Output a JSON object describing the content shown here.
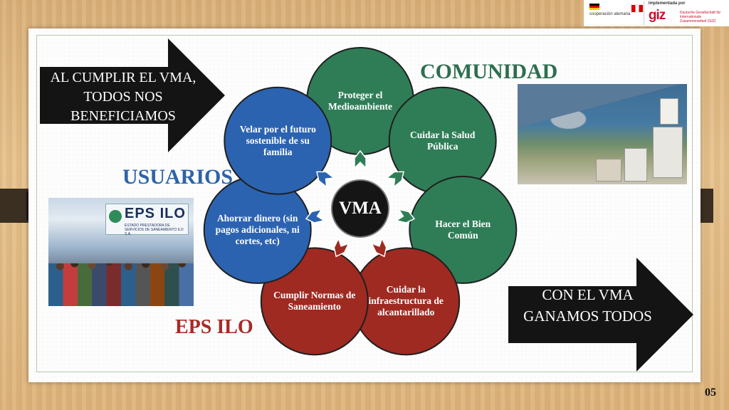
{
  "header": {
    "cooperation_text": "cooperación alemana",
    "implemented_by": "Implementada por",
    "giz_word": "giz",
    "giz_full": "Deutsche Gesellschaft für Internationale Zusammenarbeit (GIZ)"
  },
  "diagram": {
    "center": {
      "label": "VMA",
      "color": "#151515"
    },
    "nodes": [
      {
        "id": "proteger",
        "label": "Proteger el Medioambiente",
        "color": "#2f7d57"
      },
      {
        "id": "salud",
        "label": "Cuidar la Salud Pública",
        "color": "#2f7d57"
      },
      {
        "id": "bien",
        "label": "Hacer el Bien Común",
        "color": "#2f7d57"
      },
      {
        "id": "infra",
        "label": "Cuidar la infraestructura de alcantarillado",
        "color": "#9e2a22"
      },
      {
        "id": "normas",
        "label": "Cumplir Normas de Saneamiento",
        "color": "#9e2a22"
      },
      {
        "id": "ahorrar",
        "label": "Ahorrar dinero (sin pagos adicionales, ni cortes, etc)",
        "color": "#2b63b0"
      },
      {
        "id": "velar",
        "label": "Velar por el futuro sostenible de su familia",
        "color": "#2b63b0"
      }
    ]
  },
  "groups": {
    "comunidad": {
      "label": "COMUNIDAD",
      "color": "#2e6e4f"
    },
    "usuarios": {
      "label": "USUARIOS",
      "color": "#2d64a8"
    },
    "eps": {
      "label": "EPS ILO",
      "color": "#a82a26"
    }
  },
  "arrows": {
    "left": {
      "text": "AL CUMPLIR EL VMA, TODOS NOS BENEFICIAMOS"
    },
    "right": {
      "text": "CON EL VMA GANAMOS TODOS"
    }
  },
  "photos": {
    "crowd_sign_title": "EPS ILO",
    "crowd_sign_subtitle": "ESTADO PRESTADORA DE SERVICIOS DE SANEAMIENTO ILO S.A."
  },
  "page_number": "05"
}
